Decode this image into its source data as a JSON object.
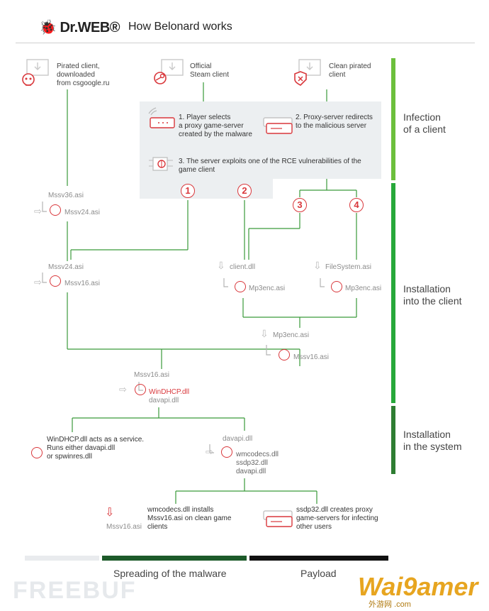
{
  "header": {
    "logo": "Dr.WEB®",
    "title": "How Belonard works"
  },
  "sources": {
    "pirated": [
      "Pirated client,",
      "downloaded",
      "from csgoogle.ru"
    ],
    "official": [
      "Official",
      "Steam client"
    ],
    "clean": [
      "Clean pirated",
      "client"
    ]
  },
  "steps": {
    "s1": [
      "1. Player selects",
      "a proxy game-server",
      "created by the malware"
    ],
    "s2": [
      "2. Proxy-server redirects",
      "to the malicious server"
    ],
    "s3": [
      "3. The server exploits one of the RCE vulnerabilities of the",
      "game client"
    ]
  },
  "badges": [
    "1",
    "2",
    "3",
    "4"
  ],
  "files": {
    "mssv36": "Mssv36.asi",
    "mssv24a": "Mssv24.asi",
    "mssv24b": "Mssv24.asi",
    "mssv16a": "Mssv16.asi",
    "client_dll": "client.dll",
    "mp3enc_a": "Mp3enc.asi",
    "filesystem": "FileSystem.asi",
    "mp3enc_b": "Mp3enc.asi",
    "mp3enc_c": "Mp3enc.asi",
    "mssv16b": "Mssv16.asi",
    "mssv16c": "Mssv16.asi",
    "windhcp": "WinDHCP.dll",
    "davapi_a": "davapi.dll",
    "davapi_b": "davapi.dll",
    "wmcodecs": "wmcodecs.dll",
    "ssdp32": "ssdp32.dll",
    "davapi_c": "davapi.dll",
    "mssv16d": "Mssv16.asi"
  },
  "notes": {
    "service": [
      "WinDHCP.dll acts as a service.",
      "Runs either davapi.dll",
      "or spwinres.dll"
    ],
    "wmcodecs": [
      "wmcodecs.dll installs",
      "Mssv16.asi on clean game",
      "clients"
    ],
    "ssdp32": [
      "ssdp32.dll creates proxy",
      "game-servers for infecting",
      "other users"
    ]
  },
  "stages": {
    "infection": [
      "Infection",
      "of a client"
    ],
    "install_client": [
      "Installation",
      "into the client"
    ],
    "install_system": [
      "Installation",
      "in the system"
    ]
  },
  "legend": {
    "spreading": "Spreading of the malware",
    "payload": "Payload"
  },
  "watermarks": {
    "left": "FREEBUF",
    "right": "Wai9amer",
    "right_sub": "外游网 .com"
  },
  "colors": {
    "green_light": "#6cbf3c",
    "green_mid": "#27a83a",
    "green_dark": "#2e7d32",
    "red": "#d9373b",
    "line_green": "#3a9a3a",
    "gray": "#b4b4b4",
    "legend_light": "#e9ebee",
    "legend_dark_green": "#1d5a2a",
    "legend_black": "#111111"
  }
}
